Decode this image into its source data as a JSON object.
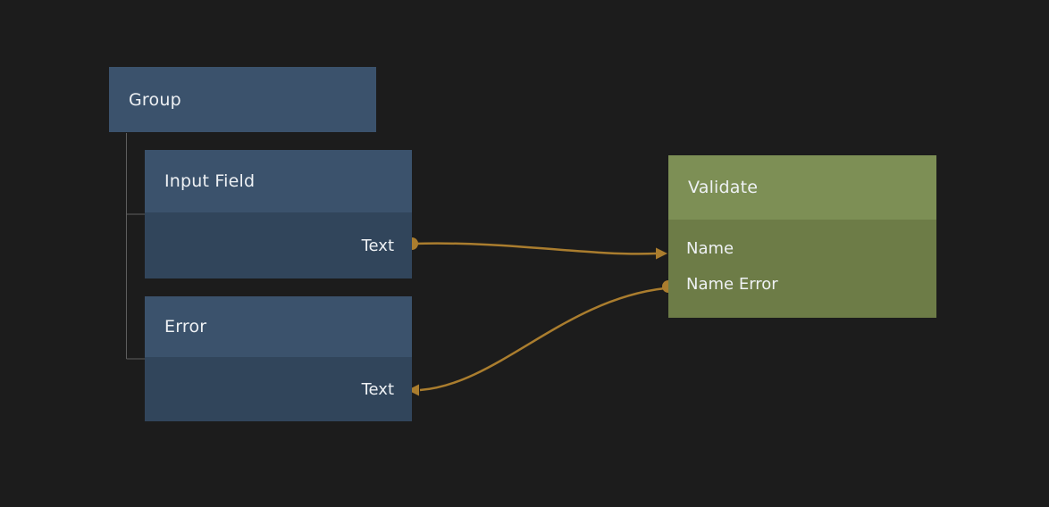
{
  "background": "#1c1c1c",
  "colors": {
    "blue_node_header": "#3b526c",
    "blue_node_body": "#31455b",
    "green_node_header": "#7d8f55",
    "green_node_body": "#6d7c47",
    "wire": "#aa7d2e",
    "tree_line": "#5e5e5e",
    "text": "#eef1f4"
  },
  "nodes": {
    "group": {
      "title": "Group"
    },
    "input_field": {
      "title": "Input Field",
      "ports": {
        "text": {
          "label": "Text",
          "side": "right",
          "role": "output"
        }
      }
    },
    "error": {
      "title": "Error",
      "ports": {
        "text": {
          "label": "Text",
          "side": "right",
          "role": "input"
        }
      }
    },
    "validate": {
      "title": "Validate",
      "ports": {
        "name": {
          "label": "Name",
          "side": "left",
          "role": "input"
        },
        "name_error": {
          "label": "Name Error",
          "side": "left",
          "role": "output"
        }
      }
    }
  },
  "hierarchy": {
    "parent": "Group",
    "children": [
      "Input Field",
      "Error"
    ]
  },
  "connections": [
    {
      "from": "Input Field.Text",
      "to": "Validate.Name"
    },
    {
      "from": "Validate.Name Error",
      "to": "Error.Text"
    }
  ]
}
